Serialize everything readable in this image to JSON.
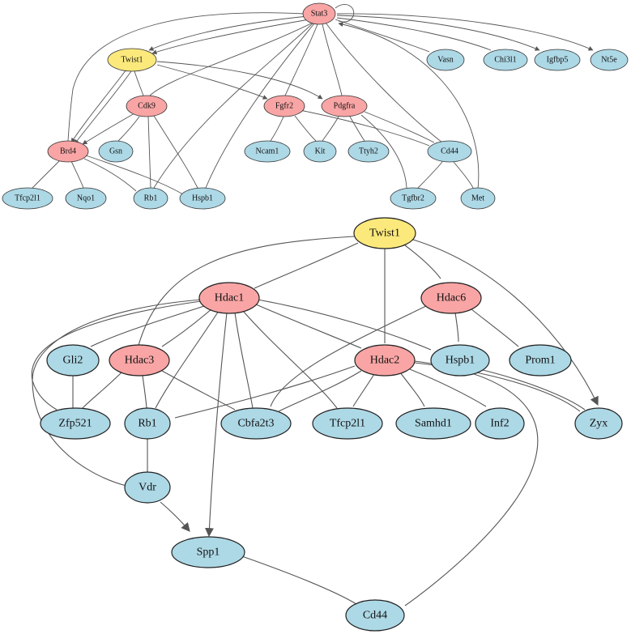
{
  "colors": {
    "regulator_fill": "#f9a5a5",
    "source_fill": "#fce97c",
    "target_fill": "#add8e6",
    "edge": "#555555"
  },
  "top_network": {
    "nodes": [
      {
        "id": "Stat3",
        "role": "regulator"
      },
      {
        "id": "Twist1",
        "role": "source"
      },
      {
        "id": "Cdk9",
        "role": "regulator"
      },
      {
        "id": "Fgfr2",
        "role": "regulator"
      },
      {
        "id": "Pdgfra",
        "role": "regulator"
      },
      {
        "id": "Brd4",
        "role": "regulator"
      },
      {
        "id": "Vasn",
        "role": "target"
      },
      {
        "id": "Chi3l1",
        "role": "target"
      },
      {
        "id": "Igfbp5",
        "role": "target"
      },
      {
        "id": "Nt5e",
        "role": "target"
      },
      {
        "id": "Gsn",
        "role": "target"
      },
      {
        "id": "Ncam1",
        "role": "target"
      },
      {
        "id": "Kit",
        "role": "target"
      },
      {
        "id": "Ttyh2",
        "role": "target"
      },
      {
        "id": "Cd44",
        "role": "target"
      },
      {
        "id": "Tfcp2l1",
        "role": "target"
      },
      {
        "id": "Nqo1",
        "role": "target"
      },
      {
        "id": "Rb1",
        "role": "target"
      },
      {
        "id": "Hspb1",
        "role": "target"
      },
      {
        "id": "Tgfbr2",
        "role": "target"
      },
      {
        "id": "Met",
        "role": "target"
      }
    ],
    "edges": [
      {
        "from": "Stat3",
        "to": "Stat3",
        "directed": false,
        "loop": true
      },
      {
        "from": "Stat3",
        "to": "Twist1",
        "directed": true
      },
      {
        "from": "Stat3",
        "to": "Twist1",
        "directed": true
      },
      {
        "from": "Stat3",
        "to": "Brd4",
        "directed": false
      },
      {
        "from": "Stat3",
        "to": "Cdk9",
        "directed": false
      },
      {
        "from": "Stat3",
        "to": "Fgfr2",
        "directed": false
      },
      {
        "from": "Stat3",
        "to": "Pdgfra",
        "directed": false
      },
      {
        "from": "Stat3",
        "to": "Rb1",
        "directed": false
      },
      {
        "from": "Stat3",
        "to": "Hspb1",
        "directed": false
      },
      {
        "from": "Stat3",
        "to": "Cd44",
        "directed": false
      },
      {
        "from": "Stat3",
        "to": "Vasn",
        "directed": false
      },
      {
        "from": "Stat3",
        "to": "Chi3l1",
        "directed": false
      },
      {
        "from": "Stat3",
        "to": "Igfbp5",
        "directed": true
      },
      {
        "from": "Stat3",
        "to": "Nt5e",
        "directed": true
      },
      {
        "from": "Met",
        "to": "Stat3",
        "directed": true
      },
      {
        "from": "Twist1",
        "to": "Brd4",
        "directed": true
      },
      {
        "from": "Twist1",
        "to": "Brd4",
        "directed": true
      },
      {
        "from": "Twist1",
        "to": "Cdk9",
        "directed": false
      },
      {
        "from": "Twist1",
        "to": "Fgfr2",
        "directed": true
      },
      {
        "from": "Twist1",
        "to": "Pdgfra",
        "directed": true
      },
      {
        "from": "Cdk9",
        "to": "Brd4",
        "directed": true
      },
      {
        "from": "Cdk9",
        "to": "Gsn",
        "directed": false
      },
      {
        "from": "Cdk9",
        "to": "Rb1",
        "directed": false
      },
      {
        "from": "Cdk9",
        "to": "Hspb1",
        "directed": false
      },
      {
        "from": "Brd4",
        "to": "Tfcp2l1",
        "directed": false
      },
      {
        "from": "Brd4",
        "to": "Nqo1",
        "directed": false
      },
      {
        "from": "Brd4",
        "to": "Rb1",
        "directed": false
      },
      {
        "from": "Brd4",
        "to": "Hspb1",
        "directed": false
      },
      {
        "from": "Fgfr2",
        "to": "Ncam1",
        "directed": false
      },
      {
        "from": "Fgfr2",
        "to": "Kit",
        "directed": false
      },
      {
        "from": "Fgfr2",
        "to": "Cd44",
        "directed": false
      },
      {
        "from": "Pdgfra",
        "to": "Kit",
        "directed": false
      },
      {
        "from": "Pdgfra",
        "to": "Ttyh2",
        "directed": false
      },
      {
        "from": "Pdgfra",
        "to": "Cd44",
        "directed": false
      },
      {
        "from": "Pdgfra",
        "to": "Tgfbr2",
        "directed": false
      },
      {
        "from": "Cd44",
        "to": "Tgfbr2",
        "directed": false
      },
      {
        "from": "Cd44",
        "to": "Met",
        "directed": false
      }
    ]
  },
  "bottom_network": {
    "nodes": [
      {
        "id": "Twist1",
        "role": "source"
      },
      {
        "id": "Hdac1",
        "role": "regulator"
      },
      {
        "id": "Hdac6",
        "role": "regulator"
      },
      {
        "id": "Hdac3",
        "role": "regulator"
      },
      {
        "id": "Hdac2",
        "role": "regulator"
      },
      {
        "id": "Gli2",
        "role": "target"
      },
      {
        "id": "Hspb1",
        "role": "target"
      },
      {
        "id": "Prom1",
        "role": "target"
      },
      {
        "id": "Zfp521",
        "role": "target"
      },
      {
        "id": "Rb1",
        "role": "target"
      },
      {
        "id": "Cbfa2t3",
        "role": "target"
      },
      {
        "id": "Tfcp2l1",
        "role": "target"
      },
      {
        "id": "Samhd1",
        "role": "target"
      },
      {
        "id": "Inf2",
        "role": "target"
      },
      {
        "id": "Zyx",
        "role": "target"
      },
      {
        "id": "Vdr",
        "role": "target"
      },
      {
        "id": "Spp1",
        "role": "target"
      },
      {
        "id": "Cd44",
        "role": "target"
      }
    ],
    "edges": [
      {
        "from": "Twist1",
        "to": "Hdac1",
        "directed": false
      },
      {
        "from": "Twist1",
        "to": "Hdac3",
        "directed": false
      },
      {
        "from": "Twist1",
        "to": "Hdac2",
        "directed": false
      },
      {
        "from": "Twist1",
        "to": "Hdac6",
        "directed": false
      },
      {
        "from": "Twist1",
        "to": "Zyx",
        "directed": true
      },
      {
        "from": "Hdac1",
        "to": "Gli2",
        "directed": false
      },
      {
        "from": "Hdac1",
        "to": "Hdac3",
        "directed": false
      },
      {
        "from": "Hdac1",
        "to": "Zfp521",
        "directed": false
      },
      {
        "from": "Hdac1",
        "to": "Rb1",
        "directed": false
      },
      {
        "from": "Hdac1",
        "to": "Cbfa2t3",
        "directed": false
      },
      {
        "from": "Hdac1",
        "to": "Tfcp2l1",
        "directed": false
      },
      {
        "from": "Hdac1",
        "to": "Hdac2",
        "directed": false
      },
      {
        "from": "Hdac1",
        "to": "Hspb1",
        "directed": false
      },
      {
        "from": "Hdac1",
        "to": "Spp1",
        "directed": true
      },
      {
        "from": "Hdac1",
        "to": "Vdr",
        "directed": false
      },
      {
        "from": "Hdac6",
        "to": "Hspb1",
        "directed": false
      },
      {
        "from": "Hdac6",
        "to": "Prom1",
        "directed": false
      },
      {
        "from": "Hdac6",
        "to": "Cbfa2t3",
        "directed": false
      },
      {
        "from": "Hdac3",
        "to": "Zfp521",
        "directed": false
      },
      {
        "from": "Hdac3",
        "to": "Rb1",
        "directed": false
      },
      {
        "from": "Hdac3",
        "to": "Cbfa2t3",
        "directed": false
      },
      {
        "from": "Hdac2",
        "to": "Rb1",
        "directed": false
      },
      {
        "from": "Hdac2",
        "to": "Cbfa2t3",
        "directed": false
      },
      {
        "from": "Hdac2",
        "to": "Tfcp2l1",
        "directed": false
      },
      {
        "from": "Hdac2",
        "to": "Samhd1",
        "directed": false
      },
      {
        "from": "Hdac2",
        "to": "Inf2",
        "directed": false
      },
      {
        "from": "Hdac2",
        "to": "Zyx",
        "directed": false
      },
      {
        "from": "Hdac2",
        "to": "Cd44",
        "directed": false
      },
      {
        "from": "Hspb1",
        "to": "Zyx",
        "directed": false
      },
      {
        "from": "Gli2",
        "to": "Zfp521",
        "directed": false
      },
      {
        "from": "Rb1",
        "to": "Vdr",
        "directed": false
      },
      {
        "from": "Vdr",
        "to": "Spp1",
        "directed": true
      },
      {
        "from": "Spp1",
        "to": "Cd44",
        "directed": false
      }
    ]
  }
}
